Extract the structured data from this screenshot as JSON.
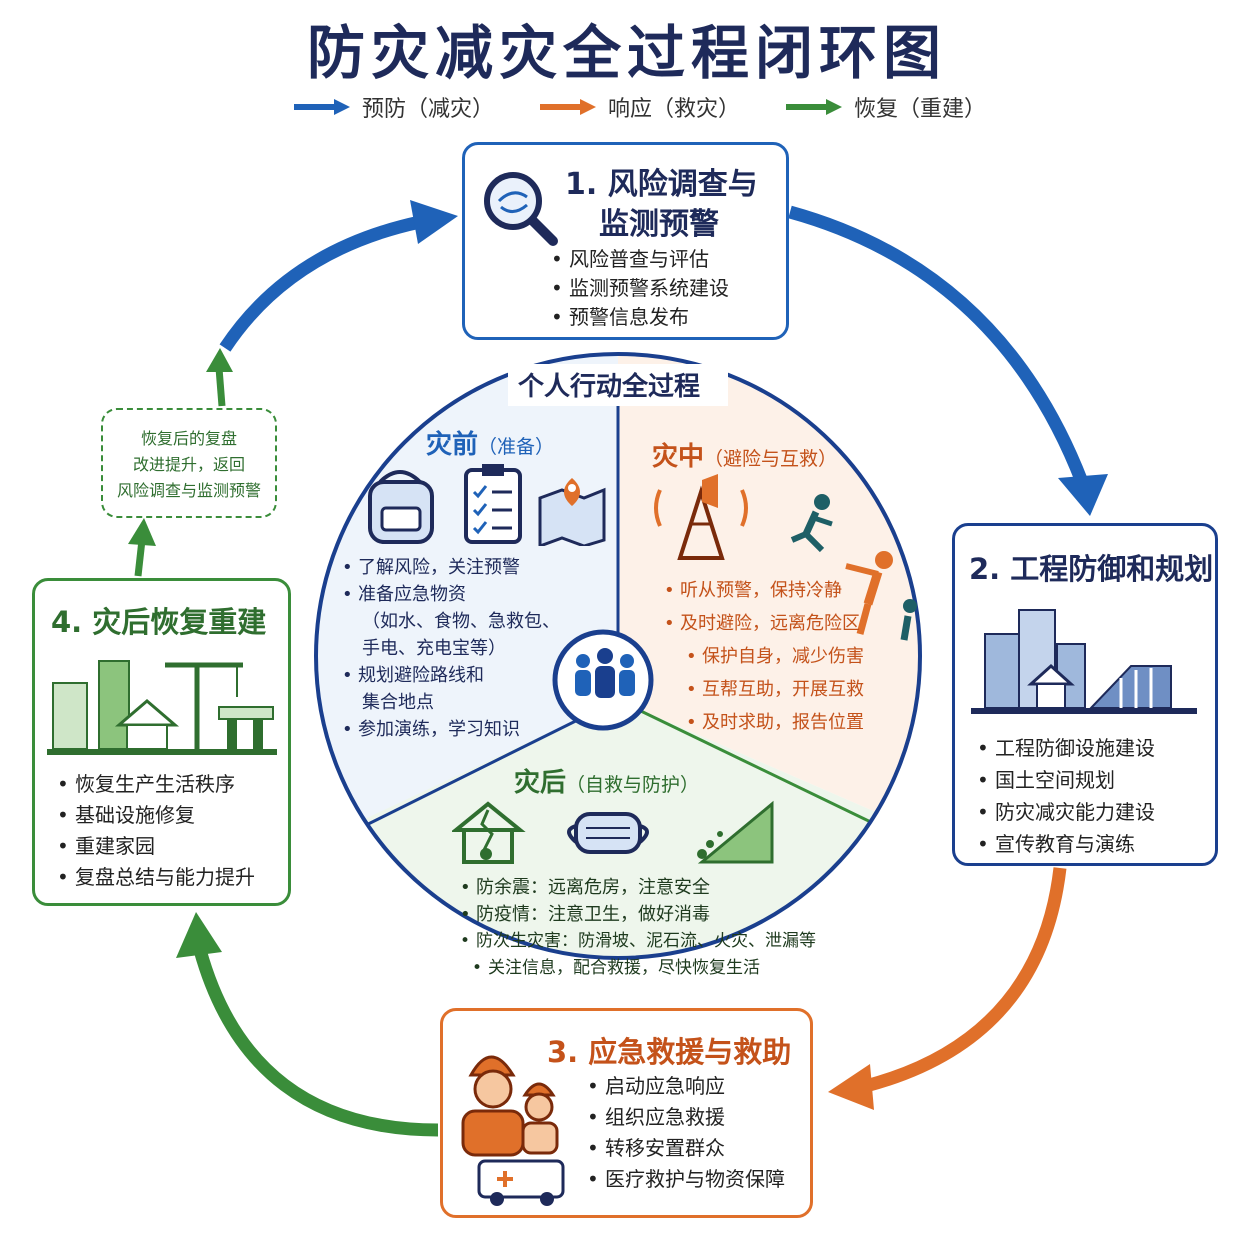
{
  "title": "防灾减灾全过程闭环图",
  "legend": [
    {
      "label": "预防（减灾）",
      "color": "#1f62b8"
    },
    {
      "label": "响应（救灾）",
      "color": "#e0702a"
    },
    {
      "label": "恢复（重建）",
      "color": "#3a8d3a"
    }
  ],
  "stage1": {
    "title_line1": "1. 风险调查与",
    "title_line2": "监测预警",
    "items": [
      "风险普查与评估",
      "监测预警系统建设",
      "预警信息发布"
    ]
  },
  "stage2": {
    "title": "2. 工程防御和规划",
    "items": [
      "工程防御设施建设",
      "国土空间规划",
      "防灾减灾能力建设",
      "宣传教育与演练"
    ]
  },
  "stage3": {
    "title": "3. 应急救援与救助",
    "items": [
      "启动应急响应",
      "组织应急救援",
      "转移安置群众",
      "医疗救护与物资保障"
    ]
  },
  "stage4": {
    "title": "4. 灾后恢复重建",
    "items": [
      "恢复生产生活秩序",
      "基础设施修复",
      "重建家园",
      "复盘总结与能力提升"
    ]
  },
  "feedback_note": [
    "恢复后的复盘",
    "改进提升，返回",
    "风险调查与监测预警"
  ],
  "personal": {
    "title": "个人行动全过程",
    "before": {
      "title": "灾前",
      "subtitle": "（准备）",
      "items": [
        "了解风险，关注预警",
        "准备应急物资",
        "（如水、食物、急救包、",
        "手电、充电宝等）",
        "规划避险路线和",
        "集合地点",
        "参加演练，学习知识"
      ]
    },
    "during": {
      "title": "灾中",
      "subtitle": "（避险与互救）",
      "items": [
        "听从预警，保持冷静",
        "及时避险，远离危险区",
        "保护自身，减少伤害",
        "互帮互助，开展互救",
        "及时求助，报告位置"
      ]
    },
    "after": {
      "title": "灾后",
      "subtitle": "（自救与防护）",
      "items": [
        "防余震：远离危房，注意安全",
        "防疫情：注意卫生，做好消毒",
        "防次生灾害：防滑坡、泥石流、火灾、泄漏等",
        "关注信息，配合救援，尽快恢复生活"
      ]
    }
  },
  "colors": {
    "prevention": "#1f62b8",
    "response": "#e0702a",
    "recovery": "#3a8d3a",
    "navy": "#1e2a5a"
  }
}
